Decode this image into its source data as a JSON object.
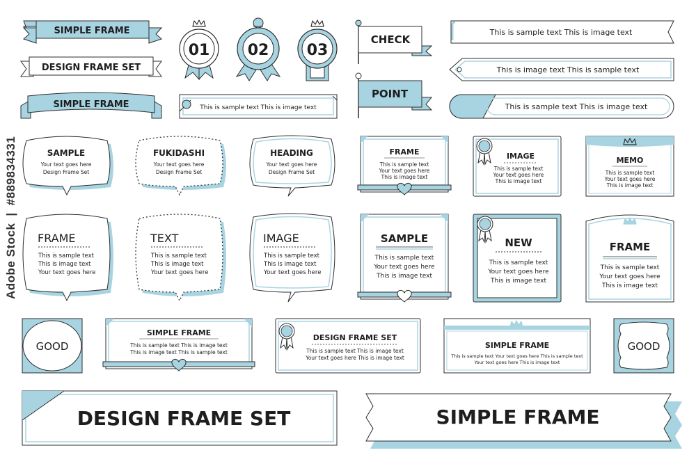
{
  "colors": {
    "accent": "#a8d4e2",
    "line": "#2c2c2c",
    "paper": "#ffffff"
  },
  "icons": [
    "crown-icon",
    "rosette-icon",
    "heart-icon",
    "flag-icon"
  ],
  "ribbons": {
    "r1": "SIMPLE FRAME",
    "r2": "DESIGN FRAME SET",
    "r3": "SIMPLE FRAME"
  },
  "medals": [
    "01",
    "02",
    "03"
  ],
  "small_bar": "This is sample text  This is image text",
  "flags": {
    "check": "CHECK",
    "point": "POINT"
  },
  "tags": {
    "t1": "This is sample text  This is image text",
    "t2": "This is image text  This is sample text",
    "t3": "This is sample text  This is image text"
  },
  "bubbles": {
    "sample": {
      "title": "SAMPLE",
      "line1": "Your text goes here",
      "line2": "Design Frame Set"
    },
    "fukidashi": {
      "title": "FUKIDASHI",
      "line1": "Your text goes here",
      "line2": "Design Frame Set"
    },
    "heading": {
      "title": "HEADING",
      "line1": "Your text goes here",
      "line2": "Design Frame Set"
    },
    "frame": {
      "title": "FRAME",
      "line1": "This is sample text",
      "line2": "This is image text",
      "line3": "Your text goes here"
    },
    "text": {
      "title": "TEXT",
      "line1": "This is sample text",
      "line2": "This is image text",
      "line3": "Your text goes here"
    },
    "image": {
      "title": "IMAGE",
      "line1": "This is sample text",
      "line2": "This is image text",
      "line3": "Your text goes here"
    }
  },
  "cards": {
    "frame_small": {
      "title": "FRAME",
      "line1": "This is sample text",
      "line2": "Your text goes here",
      "line3": "This is image text"
    },
    "image_small": {
      "title": "IMAGE",
      "line1": "This is sample text",
      "line2": "Your text goes here",
      "line3": "This is image text"
    },
    "memo": {
      "title": "MEMO",
      "line1": "This is sample text",
      "line2": "Your text goes here",
      "line3": "This is image text"
    },
    "sample_large": {
      "title": "SAMPLE",
      "line1": "This is sample text",
      "line2": "Your text goes here",
      "line3": "This is image text"
    },
    "new_large": {
      "title": "NEW",
      "line1": "This is sample text",
      "line2": "Your text goes here",
      "line3": "This is image text"
    },
    "frame_large": {
      "title": "FRAME",
      "line1": "This is sample text",
      "line2": "Your text goes here",
      "line3": "This is image text"
    }
  },
  "wide": {
    "good1": "GOOD",
    "simple": {
      "title": "SIMPLE FRAME",
      "line1": "This is sample text  This is image text",
      "line2": "This is image text  This is sample text"
    },
    "design": {
      "title": "DESIGN FRAME SET",
      "line1": "This is sample text  This is image text",
      "line2": "Your text goes here This is image text"
    },
    "crown": {
      "title": "SIMPLE FRAME",
      "line1": "This is sample text  Your text goes here  This is sample text",
      "line2": "Your text goes here  This is image text"
    },
    "good2": "GOOD"
  },
  "banners": {
    "left": "DESIGN FRAME SET",
    "right": "SIMPLE FRAME"
  },
  "watermark": {
    "brand": "Adobe Stock",
    "sep": "|",
    "id": "#889834331"
  }
}
